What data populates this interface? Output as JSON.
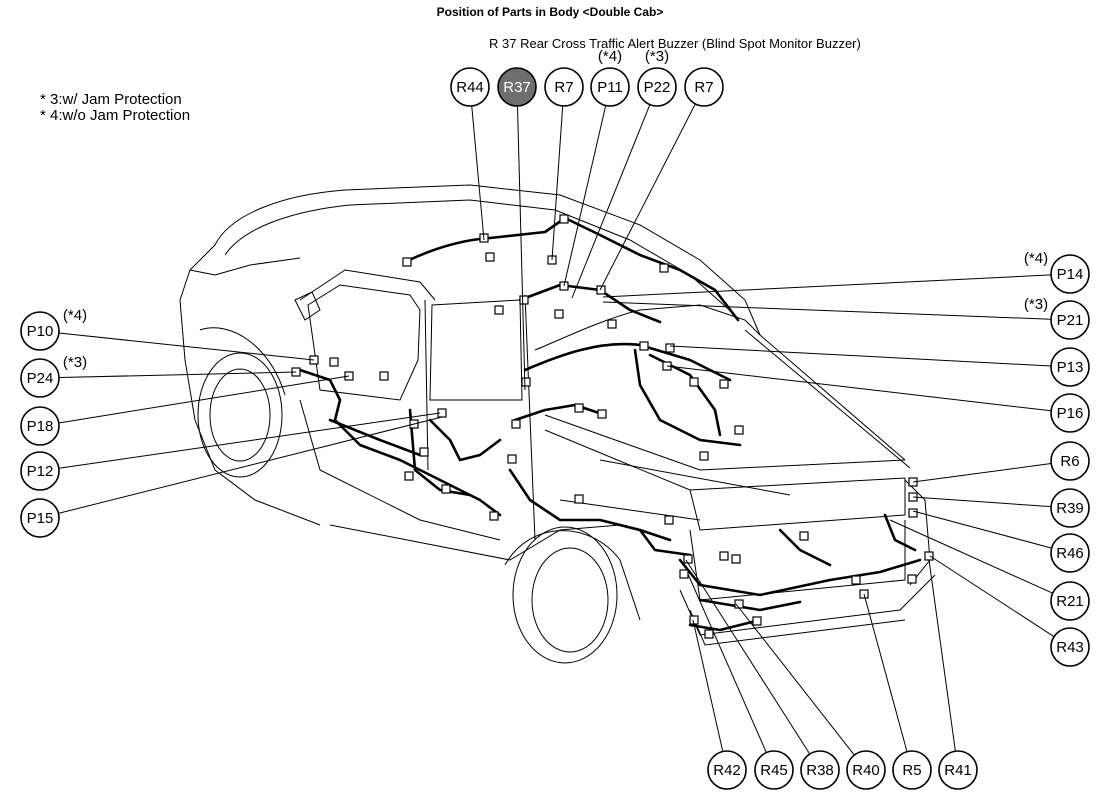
{
  "header": {
    "title": "Position of Parts in Body <Double Cab>",
    "subtitle": "R   37   Rear Cross Traffic Alert Buzzer (Blind Spot Monitor Buzzer)"
  },
  "notes": [
    "* 3:w/ Jam Protection",
    "* 4:w/o Jam Protection"
  ],
  "colors": {
    "highlight": "#6e6e6e",
    "line": "#000000"
  },
  "callouts": [
    {
      "id": "R44",
      "label": "R44"
    },
    {
      "id": "R37",
      "label": "R37",
      "highlight": true
    },
    {
      "id": "R7a",
      "label": "R7"
    },
    {
      "id": "P11",
      "label": "P11",
      "note": "(*4)"
    },
    {
      "id": "P22",
      "label": "P22",
      "note": "(*3)"
    },
    {
      "id": "R7b",
      "label": "R7"
    },
    {
      "id": "P14",
      "label": "P14",
      "note": "(*4)"
    },
    {
      "id": "P21",
      "label": "P21",
      "note": "(*3)"
    },
    {
      "id": "P13",
      "label": "P13"
    },
    {
      "id": "P16",
      "label": "P16"
    },
    {
      "id": "R6",
      "label": "R6"
    },
    {
      "id": "R39",
      "label": "R39"
    },
    {
      "id": "R46",
      "label": "R46"
    },
    {
      "id": "R21",
      "label": "R21"
    },
    {
      "id": "R43",
      "label": "R43"
    },
    {
      "id": "P10",
      "label": "P10",
      "note": "(*4)"
    },
    {
      "id": "P24",
      "label": "P24",
      "note": "(*3)"
    },
    {
      "id": "P18",
      "label": "P18"
    },
    {
      "id": "P12",
      "label": "P12"
    },
    {
      "id": "P15",
      "label": "P15"
    },
    {
      "id": "R42",
      "label": "R42"
    },
    {
      "id": "R45",
      "label": "R45"
    },
    {
      "id": "R38",
      "label": "R38"
    },
    {
      "id": "R40",
      "label": "R40"
    },
    {
      "id": "R5",
      "label": "R5"
    },
    {
      "id": "R41",
      "label": "R41"
    }
  ]
}
